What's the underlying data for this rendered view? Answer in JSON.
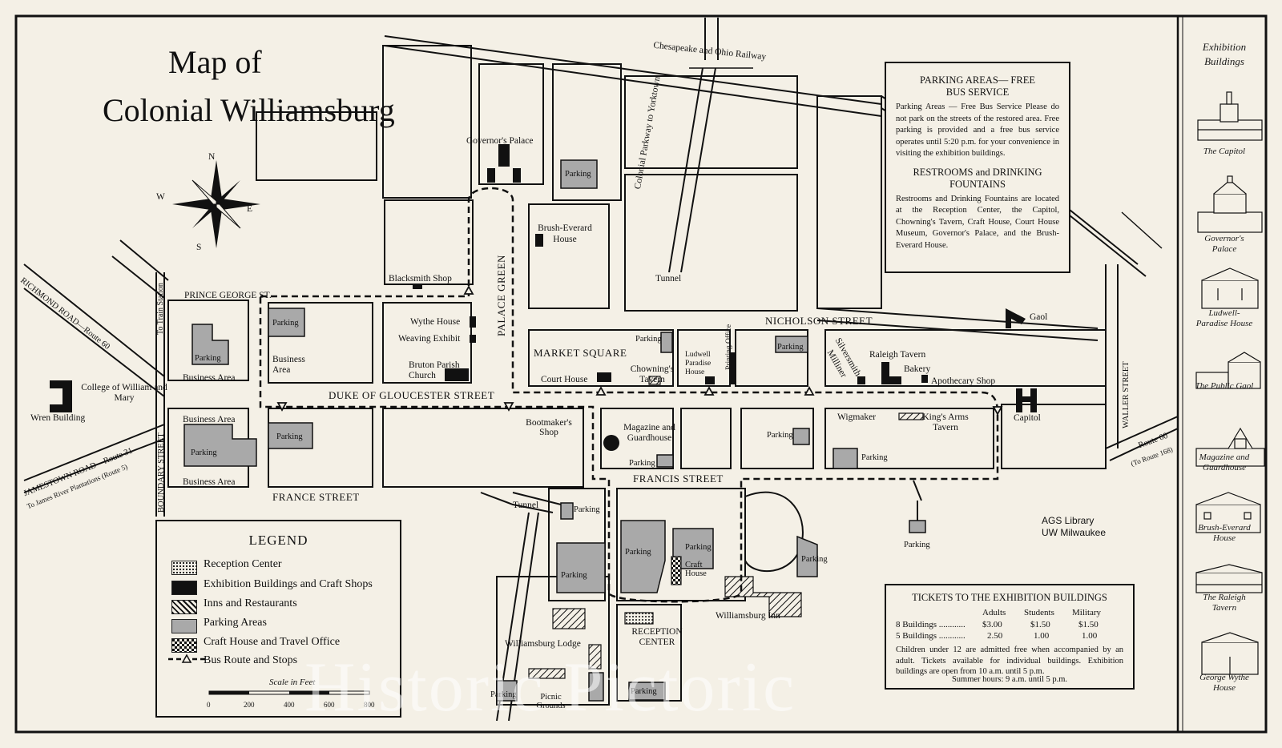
{
  "title": {
    "line1": "Map of",
    "line2": "Colonial Williamsburg"
  },
  "compass": {
    "n": "N",
    "s": "S",
    "e": "E",
    "w": "W"
  },
  "streets": {
    "railway": "Chesapeake and Ohio Railway",
    "parkway": "Colonial Parkway to Yorktown",
    "prince_george": "PRINCE GEORGE ST.",
    "nicholson": "NICHOLSON STREET",
    "duke": "DUKE OF GLOUCESTER STREET",
    "francis": "FRANCIS STREET",
    "france": "FRANCE STREET",
    "palace_green": "PALACE GREEN",
    "boundary": "BOUNDARY STREET",
    "waller": "WALLER STREET",
    "richmond": "RICHMOND ROAD—Route 60",
    "jamestown": "JAMESTOWN ROAD—Route 31",
    "jamestown_sub": "To James River Plantations (Route 5)",
    "train": "To Train Station",
    "route60": "Route 60",
    "route168": "(To Route 168)",
    "market_square": "MARKET SQUARE"
  },
  "places": {
    "governors_palace": "Governor's Palace",
    "brush_everard": "Brush-Everard House",
    "blacksmith": "Blacksmith Shop",
    "wythe": "Wythe House",
    "weaving": "Weaving Exhibit",
    "bruton": "Bruton Parish Church",
    "court_house": "Court House",
    "chownings": "Chowning's Tavern",
    "ludwell": "Ludwell Paradise House",
    "printing": "Printing Office",
    "silversmith": "Silversmith",
    "milliner": "Milliner",
    "raleigh": "Raleigh Tavern",
    "bakery": "Bakery",
    "apothecary": "Apothecary Shop",
    "gaol": "Gaol",
    "capitol": "Capitol",
    "wigmaker": "Wigmaker",
    "kings_arms": "King's Arms Tavern",
    "bootmaker": "Bootmaker's Shop",
    "magazine": "Magazine and Guardhouse",
    "college": "College of William and Mary",
    "wren": "Wren Building",
    "business_area": "Business Area",
    "tunnel": "Tunnel",
    "craft_house": "Craft House",
    "williamsburg_inn": "Williamsburg Inn",
    "reception_center": "RECEPTION CENTER",
    "williamsburg_lodge": "Williamsburg Lodge",
    "picnic": "Picnic Grounds",
    "parking": "Parking"
  },
  "parking_panel": {
    "heading": "PARKING AREAS— FREE BUS SERVICE",
    "body": "Parking Areas — Free Bus Service Please do not park on the streets of the restored area. Free parking is provided and a free bus service operates until 5:20 p.m. for your convenience in visiting the exhibition buildings.",
    "heading2": "RESTROOMS and DRINKING FOUNTAINS",
    "body2": "Restrooms and Drinking Fountains are located at the Reception Center, the Capitol, Chowning's Tavern, Craft House, Court House Museum, Governor's Palace, and the Brush-Everard House."
  },
  "legend": {
    "title": "LEGEND",
    "items": [
      "Reception Center",
      "Exhibition Buildings and Craft Shops",
      "Inns and Restaurants",
      "Parking Areas",
      "Craft House and Travel Office",
      "Bus Route and Stops"
    ],
    "scale_title": "Scale in Feet",
    "scale_ticks": [
      "0",
      "200",
      "400",
      "600",
      "800"
    ]
  },
  "credit": {
    "line1": "AGS Library",
    "line2": "UW Milwaukee"
  },
  "tickets": {
    "title": "TICKETS TO THE EXHIBITION BUILDINGS",
    "headers": [
      "Adults",
      "Students",
      "Military"
    ],
    "rows": [
      {
        "label": "8 Buildings ............",
        "adults": "$3.00",
        "students": "$1.50",
        "military": "$1.50"
      },
      {
        "label": "5 Buildings ............",
        "adults": "2.50",
        "students": "1.00",
        "military": "1.00"
      }
    ],
    "note": "Children under 12 are admitted free when accompanied by an adult. Tickets available for individual buildings. Exhibition buildings are open from 10 a.m. until 5 p.m.",
    "summer": "Summer hours: 9 a.m. until 5 p.m."
  },
  "sidebar": {
    "heading": "Exhibition Buildings",
    "items": [
      "The Capitol",
      "Governor's Palace",
      "Ludwell-Paradise House",
      "The Public Gaol",
      "Magazine and Guardhouse",
      "Brush-Everard House",
      "The Raleigh Tavern",
      "George Wythe House"
    ]
  },
  "watermark": "Historic Pictoric",
  "colors": {
    "paper": "#f4f0e6",
    "ink": "#1a1a1a",
    "parking": "#a9a9a9"
  }
}
